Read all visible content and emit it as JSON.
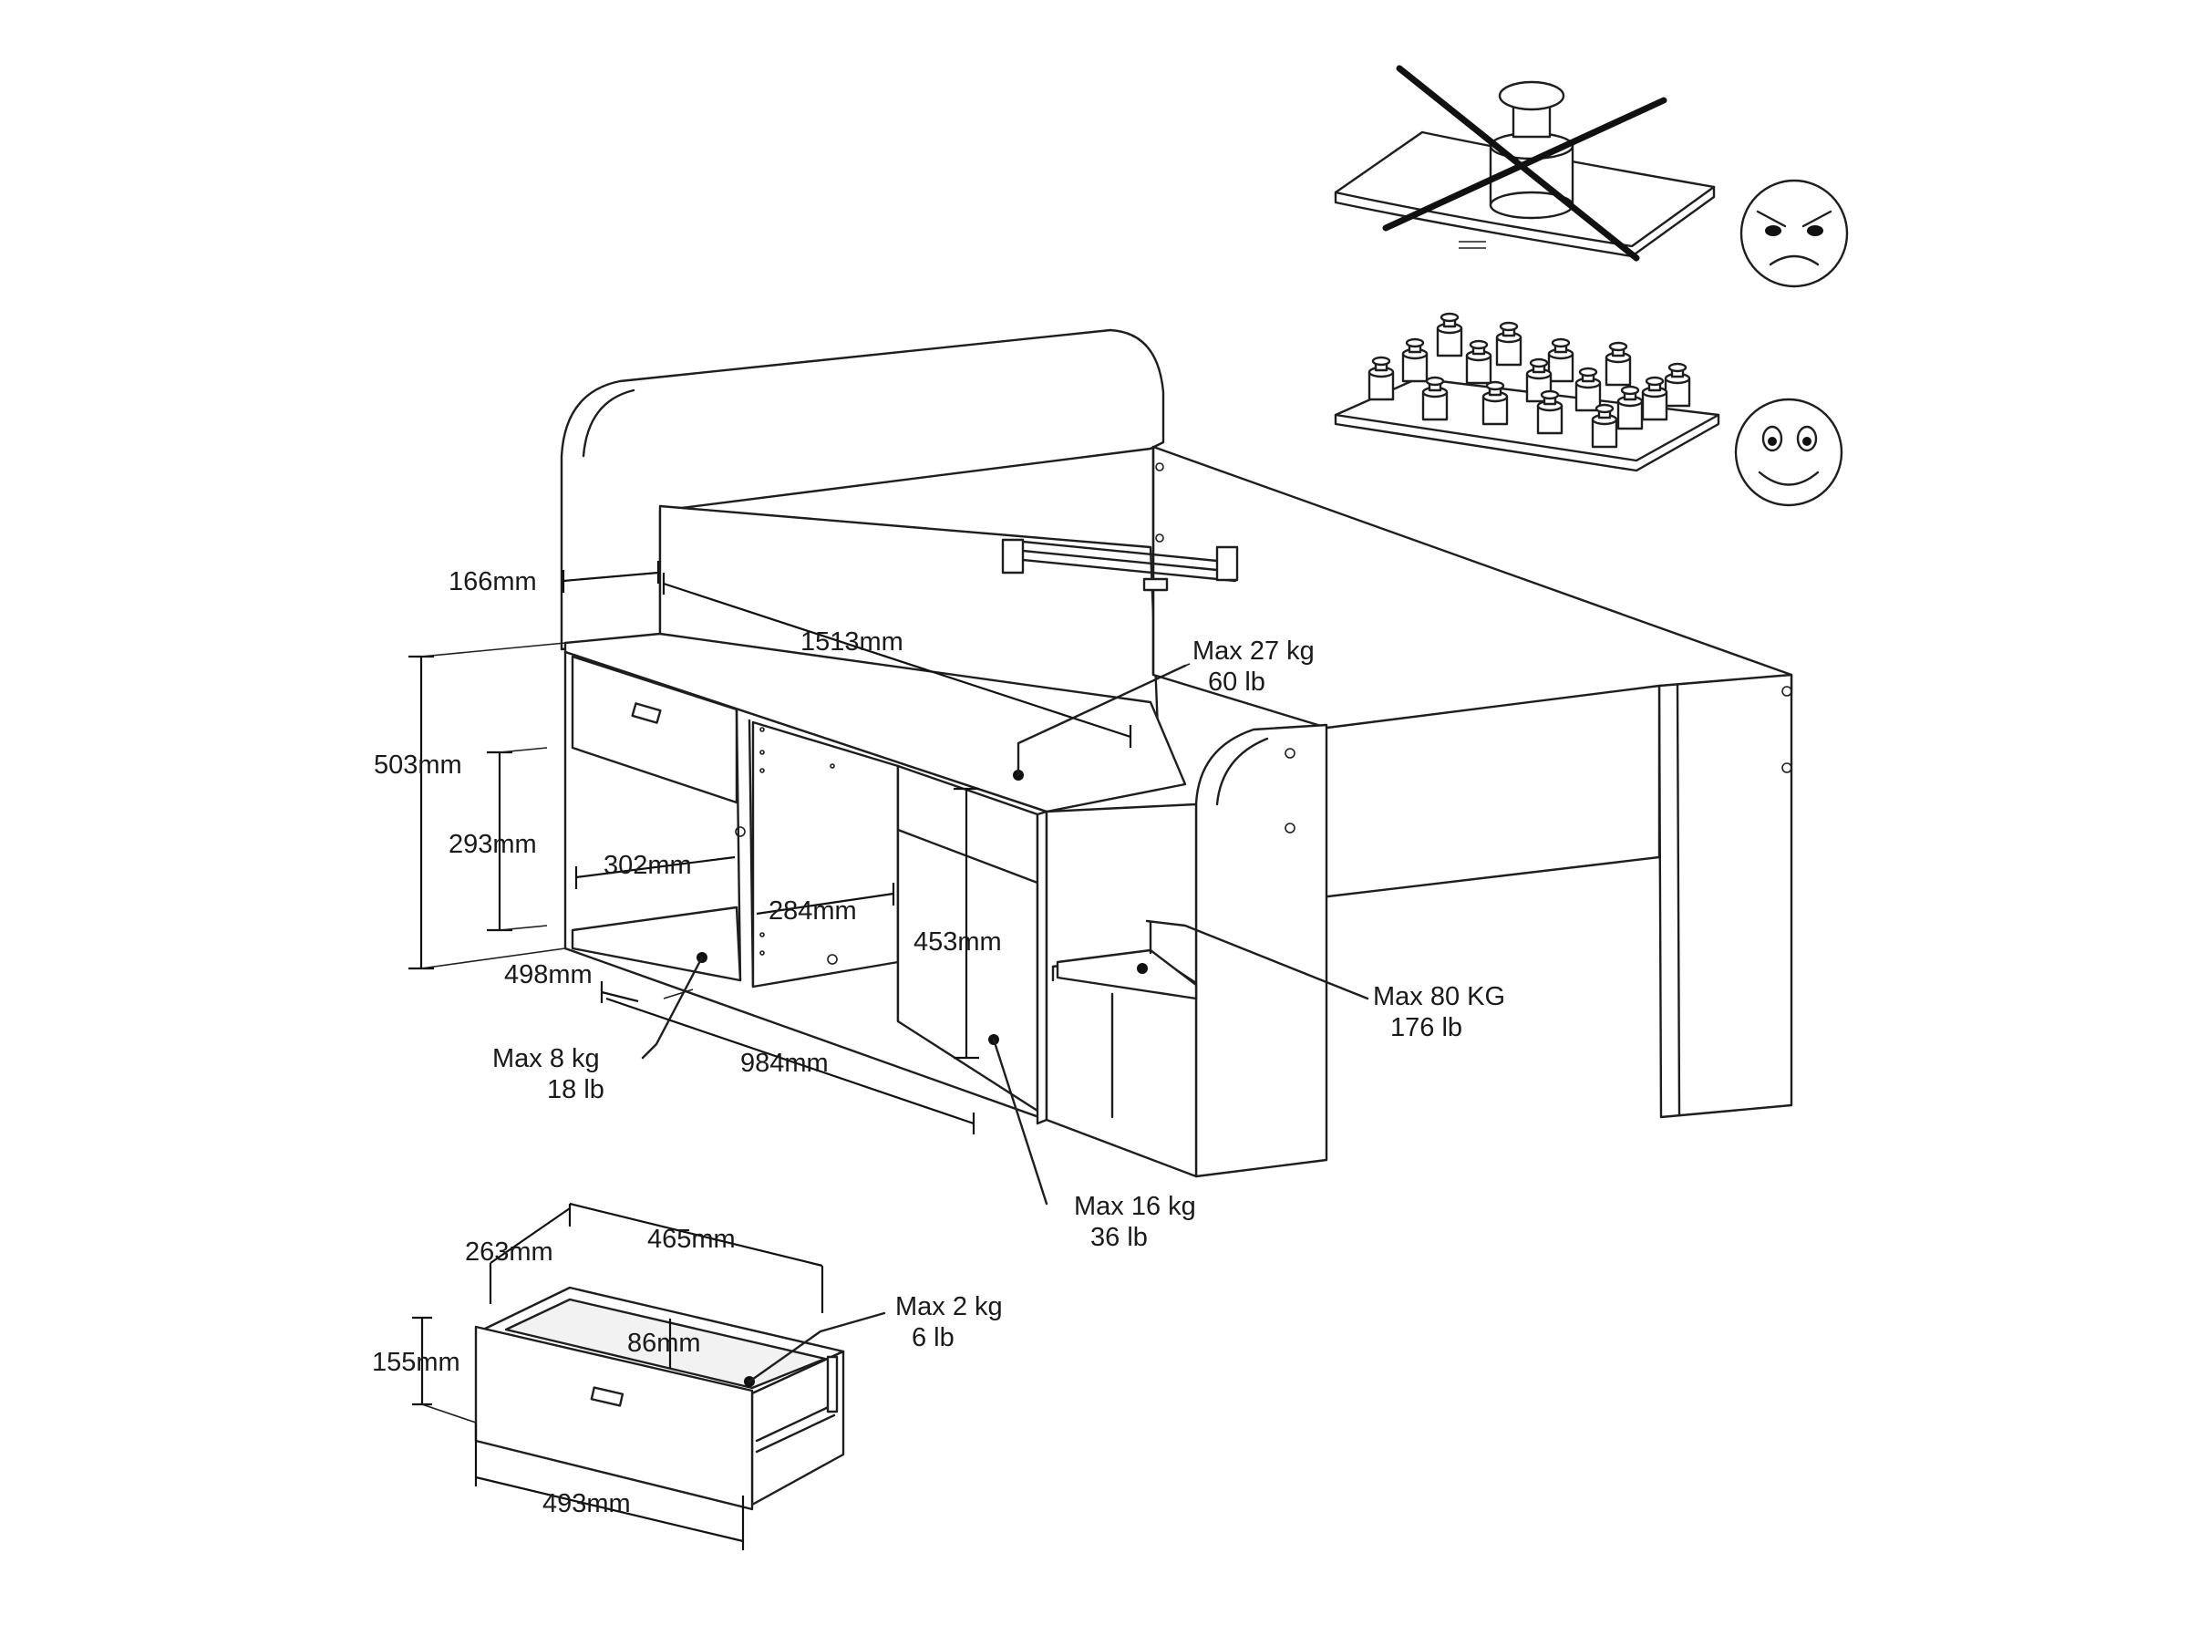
{
  "dimensions": {
    "headboard_depth": "166mm",
    "shelf_length": "1513mm",
    "total_height": "503mm",
    "compartment_height": "293mm",
    "compartment_width": "302mm",
    "middle_width": "284mm",
    "door_height": "453mm",
    "depth": "498mm",
    "cabinet_length": "984mm"
  },
  "loads": {
    "top_shelf": {
      "kg": "Max 27 kg",
      "lb": "60 lb"
    },
    "side_shelf": {
      "kg": "Max 80 KG",
      "lb": "176 lb"
    },
    "left_compartment": {
      "kg": "Max 8 kg",
      "lb": "18 lb"
    },
    "cabinet": {
      "kg": "Max 16 kg",
      "lb": "36 lb"
    },
    "drawer": {
      "kg": "Max 2 kg",
      "lb": "6 lb"
    }
  },
  "drawer": {
    "depth": "263mm",
    "width": "465mm",
    "height": "155mm",
    "inner_height": "86mm",
    "front_width": "493mm"
  },
  "icons": {
    "point_load": "crossed-out-weight-on-shelf-icon",
    "distributed_load": "evenly-distributed-weights-icon",
    "bad_face": "angry-face-icon",
    "good_face": "happy-face-icon"
  }
}
